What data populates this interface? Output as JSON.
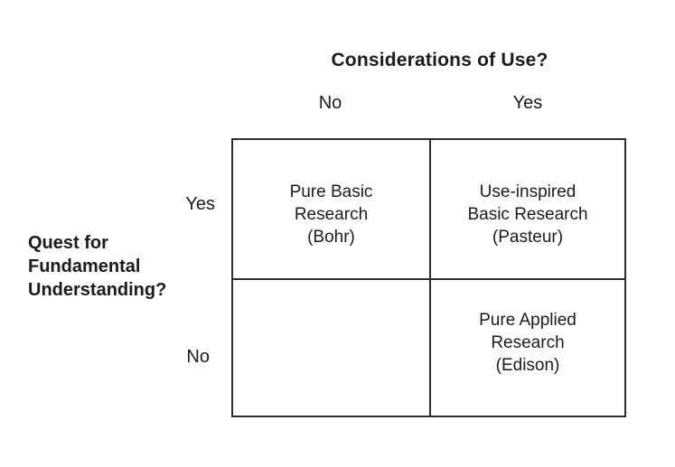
{
  "diagram": {
    "title_hidden": "",
    "x_axis": {
      "title": "Considerations of Use?",
      "labels": {
        "no": "No",
        "yes": "Yes"
      }
    },
    "y_axis": {
      "title": "Quest for\nFundamental\nUnderstanding?",
      "labels": {
        "yes": "Yes",
        "no": "No"
      }
    },
    "quadrants": {
      "top_left": "Pure Basic\nResearch\n(Bohr)",
      "top_right": "Use-inspired\nBasic Research\n(Pasteur)",
      "bottom_left": "",
      "bottom_right": "Pure Applied\nResearch\n(Edison)"
    },
    "colors": {
      "line": "#2e2e2e",
      "text": "#1b1b1b",
      "background": "#ffffff"
    }
  }
}
